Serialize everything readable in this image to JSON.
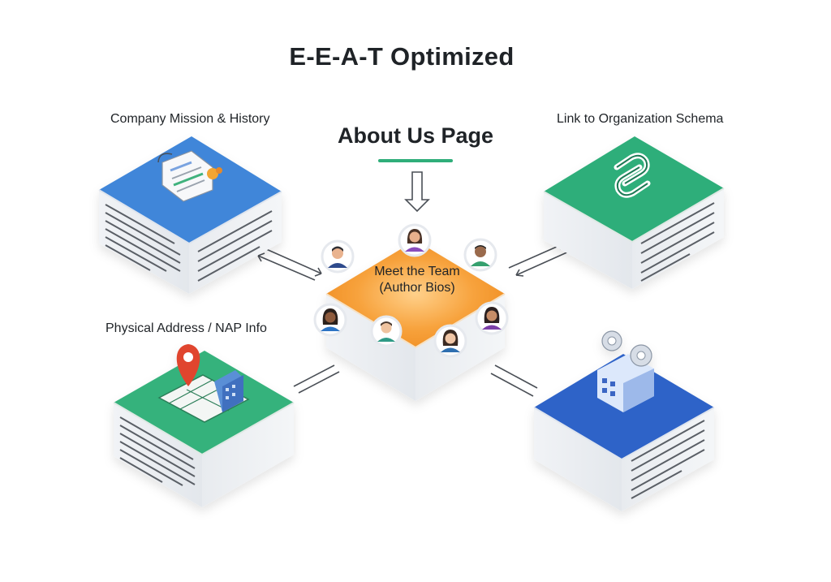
{
  "header": {
    "title": "E-E-A-T Optimized",
    "subtitle": "About Us Page"
  },
  "labels": {
    "mission": "Company Mission & History",
    "schema": "Link to Organization Schema",
    "address": "Physical Address / NAP Info"
  },
  "center": {
    "line1": "Meet the Team",
    "line2": "(Author Bios)"
  },
  "colors": {
    "mission_block": "#3f86d9",
    "schema_block": "#2fae7a",
    "address_block": "#35b27c",
    "business_block": "#2f63c8",
    "center_block": "#f29a2e",
    "accent_underline": "#2fae7a"
  },
  "icons": {
    "mission": "document-certificate-icon",
    "schema": "chain-link-icon",
    "address": "map-pin-icon",
    "business": "building-gears-icon",
    "center": "team-avatars-icon"
  }
}
